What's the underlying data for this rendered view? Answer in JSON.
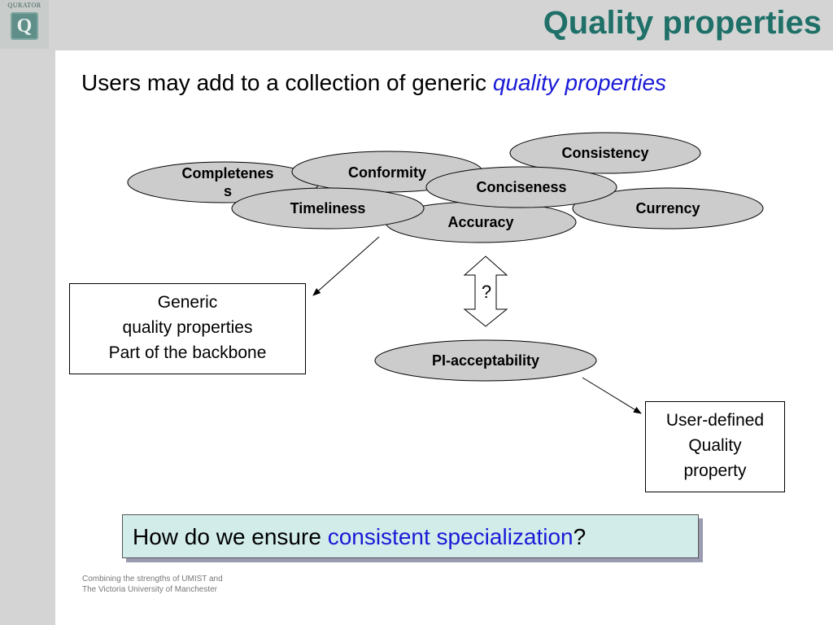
{
  "logo": {
    "caption": "QURATOR",
    "letter": "Q"
  },
  "header": {
    "title": "Quality properties"
  },
  "subtitle": {
    "prefix": "Users may add to a collection of generic ",
    "highlight": "quality properties"
  },
  "ellipses": {
    "completeness": "Completenes\ns",
    "conformity": "Conformity",
    "consistency": "Consistency",
    "conciseness": "Conciseness",
    "timeliness": "Timeliness",
    "currency": "Currency",
    "accuracy": "Accuracy",
    "pi_acceptability": "PI-acceptability"
  },
  "boxes": {
    "generic": "Generic\nquality properties\nPart of the backbone",
    "user_defined": "User-defined\nQuality\nproperty"
  },
  "question_mark": "?",
  "callout": {
    "prefix": "How do we ensure ",
    "highlight": "consistent specialization",
    "suffix": "?"
  },
  "footer": {
    "line1": "Combining the strengths of UMIST and",
    "line2": "The Victoria University of Manchester"
  },
  "colors": {
    "title": "#1e7068",
    "highlight": "#1a1ad6",
    "ellipse_fill": "#cccccc",
    "callout_fill": "#d2ecea",
    "side_bars": "#d4d4d4"
  }
}
